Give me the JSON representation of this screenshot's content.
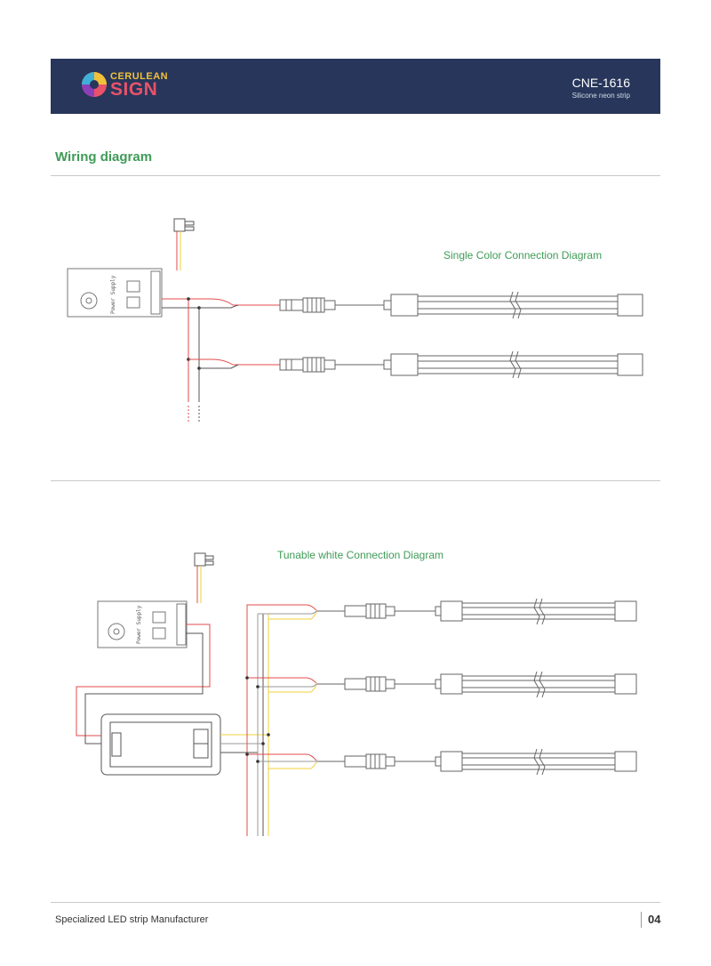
{
  "header": {
    "brand_top": "CERULEAN",
    "brand_bottom": "SIGN",
    "model": "CNE-1616",
    "subtitle": "Silicone neon strip",
    "bg_color": "#27365a"
  },
  "section_title": "Wiring diagram",
  "diagrams": [
    {
      "caption": "Single Color Connection Diagram",
      "power_supply_label": "Power Supply"
    },
    {
      "caption": "Tunable white Connection Diagram",
      "power_supply_label": "Power Supply"
    }
  ],
  "footer": {
    "text": "Specialized LED strip Manufacturer",
    "page": "04"
  },
  "colors": {
    "accent_green": "#3f9b57",
    "wire_red": "#e34b4b",
    "wire_yellow": "#f2d03b",
    "wire_gray": "#9a9a9a"
  }
}
